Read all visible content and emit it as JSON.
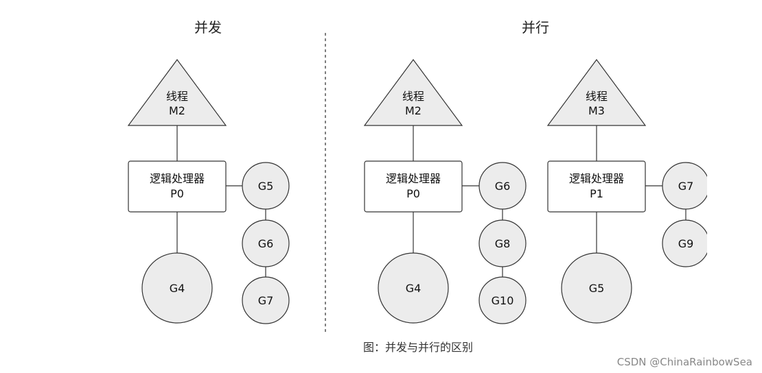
{
  "left_panel": {
    "title": "并发",
    "thread": {
      "line1": "线程",
      "line2": "M2"
    },
    "processor": {
      "line1": "逻辑处理器",
      "line2": "P0"
    },
    "running": "G4",
    "queue": [
      "G5",
      "G6",
      "G7"
    ]
  },
  "right_panel": {
    "title": "并行",
    "columns": [
      {
        "thread": {
          "line1": "线程",
          "line2": "M2"
        },
        "processor": {
          "line1": "逻辑处理器",
          "line2": "P0"
        },
        "running": "G4",
        "queue": [
          "G6",
          "G8",
          "G10"
        ]
      },
      {
        "thread": {
          "line1": "线程",
          "line2": "M3"
        },
        "processor": {
          "line1": "逻辑处理器",
          "line2": "P1"
        },
        "running": "G5",
        "queue": [
          "G7",
          "G9"
        ]
      }
    ]
  },
  "caption": "图：并发与并行的区别",
  "watermark": "CSDN @ChinaRainbowSea"
}
